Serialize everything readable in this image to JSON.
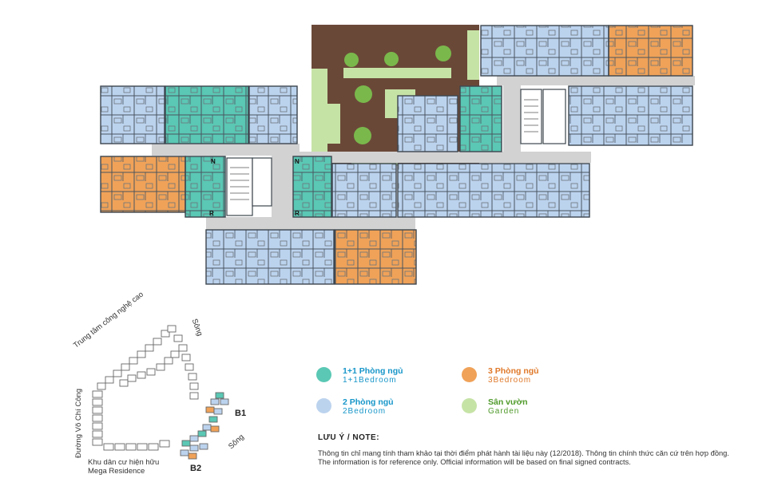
{
  "colors": {
    "one_plus_one": "#5ac8b4",
    "two_bed": "#bcd3ee",
    "three_bed": "#f0a258",
    "garden": "#c6e3a6",
    "courtyard": "#6a4838",
    "corridor": "#d2d2d2",
    "label_blue": "#1796c9",
    "label_orange": "#e0792a",
    "label_green": "#4f9a2a"
  },
  "legend": [
    {
      "vi": "1+1 Phòng ngủ",
      "en": "1+1Bedroom",
      "color": "#5ac8b4",
      "text_color": "#1796c9"
    },
    {
      "vi": "3 Phòng ngủ",
      "en": "3Bedroom",
      "color": "#f0a258",
      "text_color": "#e0792a"
    },
    {
      "vi": "2 Phòng ngủ",
      "en": "2Bedroom",
      "color": "#bcd3ee",
      "text_color": "#1796c9"
    },
    {
      "vi": "Sân vườn",
      "en": "Garden",
      "color": "#c6e3a6",
      "text_color": "#1796c9"
    }
  ],
  "note": {
    "title": "LƯU Ý / NOTE:",
    "line1": "Thông tin chỉ mang tính tham khảo tại thời điểm phát hành tài liệu này (12/2018). Thông tin chính thức căn cứ trên hợp đồng.",
    "line2": "The information is for reference only. Official information will be based on final signed contracts."
  },
  "site_map": {
    "label_tech": "Trung tâm công nghệ cao",
    "label_river_top": "Sông",
    "label_road": "Đường Võ Chí Công",
    "label_residence_1": "Khu dân cư hiện hữu",
    "label_residence_2": "Mega Residence",
    "label_river_bottom": "Sông",
    "label_b1": "B1",
    "label_b2": "B2"
  },
  "plan_marks": {
    "north": "N",
    "r": "R"
  }
}
